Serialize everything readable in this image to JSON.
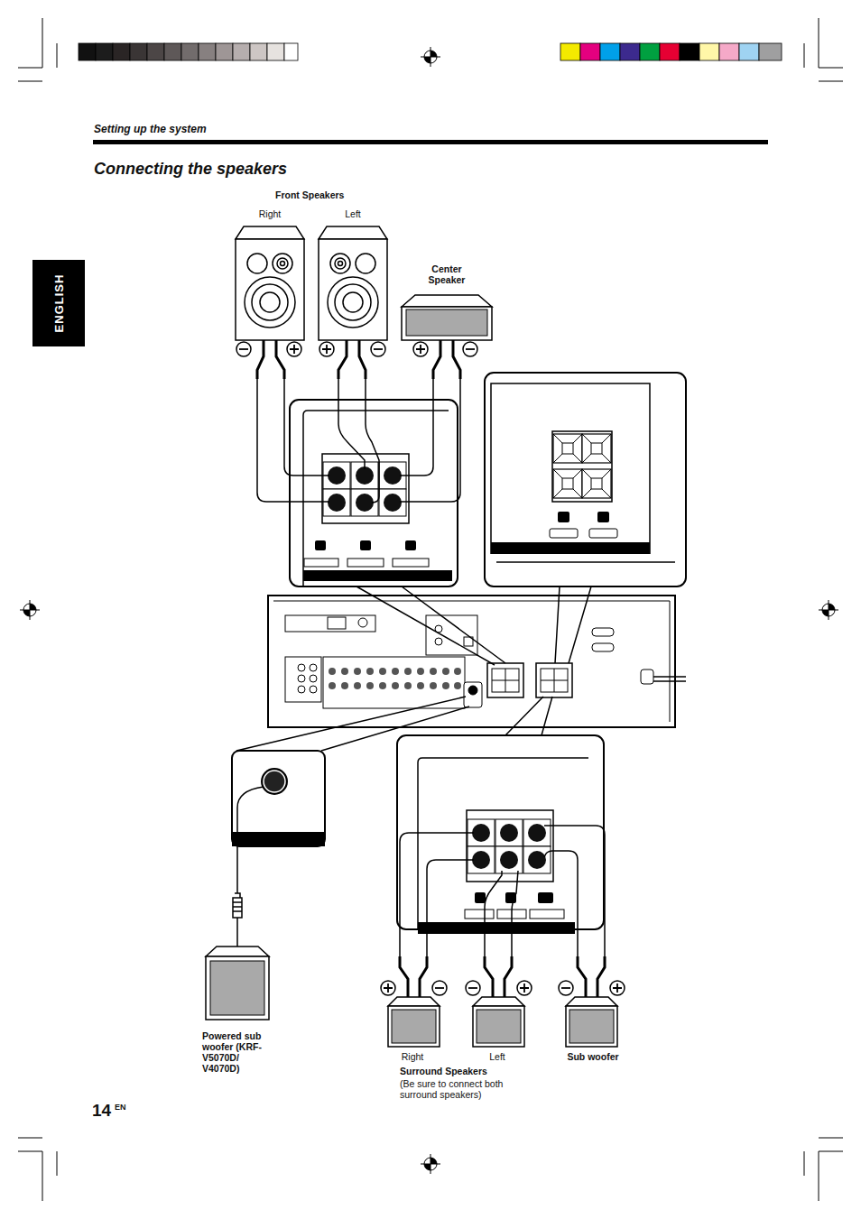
{
  "diagram": {
    "title": "Connecting the speakers",
    "nodes": [
      {
        "text": [
          "Right"
        ]
      },
      {
        "text": [
          "Left"
        ]
      },
      {
        "text": [
          "Center Speaker"
        ]
      },
      {
        "text": [
          "Powered sub woofer (KRF-V5070D/ V4070D)"
        ]
      },
      {
        "text": [
          "Right"
        ]
      },
      {
        "text": [
          "Left"
        ]
      },
      {
        "text": [
          "Sub woofer"
        ]
      }
    ],
    "labels": [
      "Setting up the system",
      "ENGLISH",
      "Front Speakers",
      "Surround Speakers",
      "(Be sure to connect both surround speakers)",
      "14",
      "EN"
    ]
  }
}
